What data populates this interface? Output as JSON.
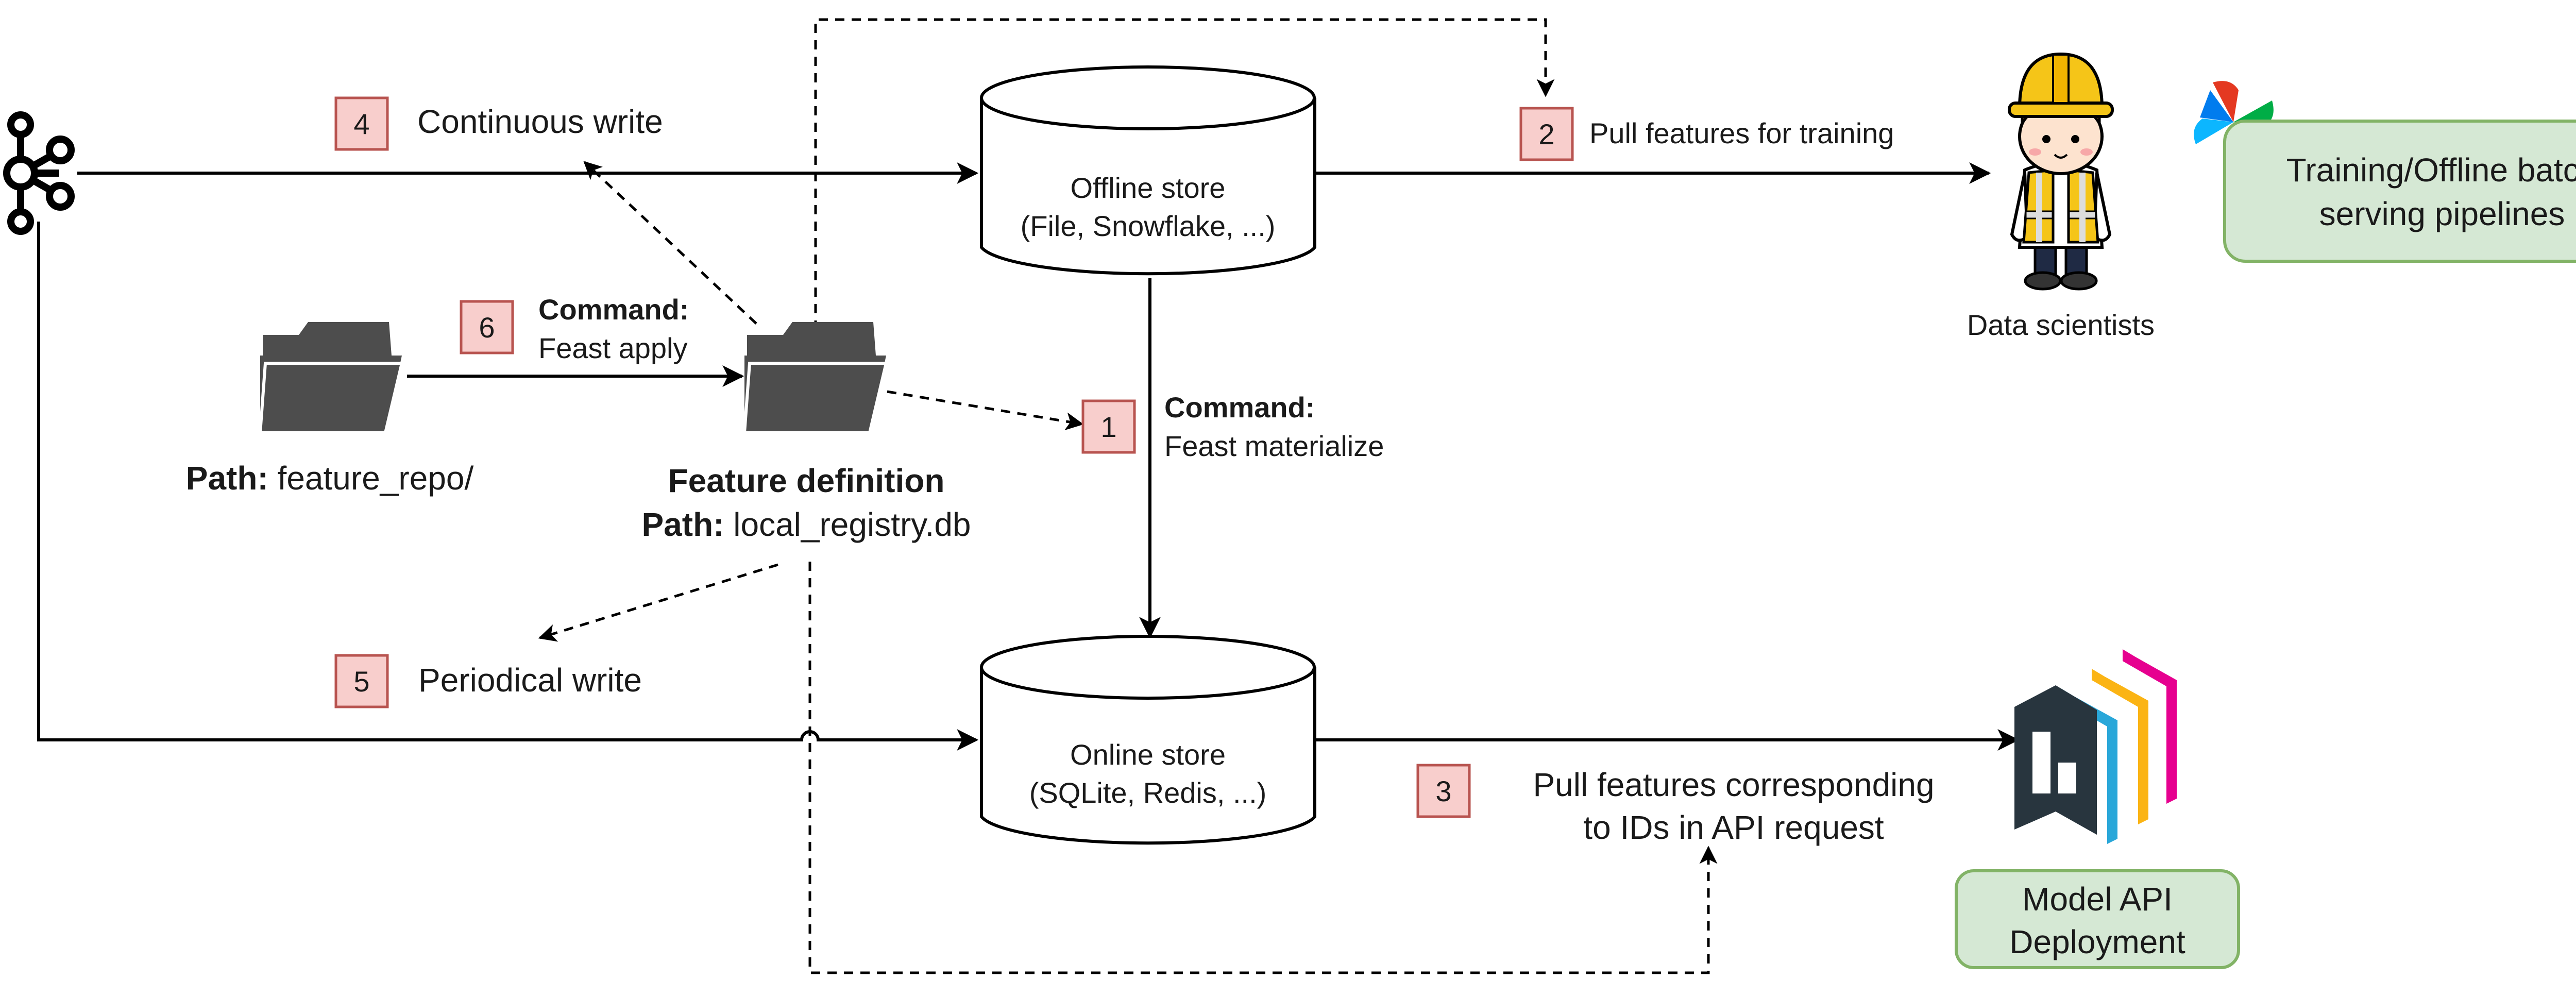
{
  "offline_store": {
    "title": "Offline store",
    "subtitle": "(File, Snowflake, ...)"
  },
  "online_store": {
    "title": "Online store",
    "subtitle": "(SQLite, Redis, ...)"
  },
  "steps": {
    "s1": {
      "num": "1",
      "label_bold": "Command:",
      "label": "Feast materialize"
    },
    "s2": {
      "num": "2",
      "label": "Pull features for training"
    },
    "s3": {
      "num": "3",
      "label_line1": "Pull features corresponding",
      "label_line2": "to IDs in API request"
    },
    "s4": {
      "num": "4",
      "label": "Continuous write"
    },
    "s5": {
      "num": "5",
      "label": "Periodical write"
    },
    "s6": {
      "num": "6",
      "label_bold": "Command:",
      "label": "Feast apply"
    }
  },
  "feature_repo": {
    "path_label": "Path:",
    "path_value": " feature_repo/"
  },
  "feature_definition": {
    "title": "Feature definition",
    "path_label": "Path:",
    "path_value": " local_registry.db"
  },
  "data_scientists": {
    "label": "Data scientists"
  },
  "training_pipelines": {
    "line1": "Training/Offline batch",
    "line2": "serving pipelines"
  },
  "model_api": {
    "line1": "Model API",
    "line2": "Deployment"
  },
  "icons": {
    "kafka": "kafka-icon",
    "folder": "folder-icon",
    "scientist": "data-scientist-icon",
    "airflow": "airflow-pinwheel-icon",
    "bentoml": "bentoml-logo-icon"
  },
  "colors": {
    "badge_fill": "#f8cecc",
    "badge_stroke": "#b85450",
    "green_fill": "#d5e8d4",
    "green_stroke": "#82b366",
    "folder": "#4d4d4d"
  }
}
